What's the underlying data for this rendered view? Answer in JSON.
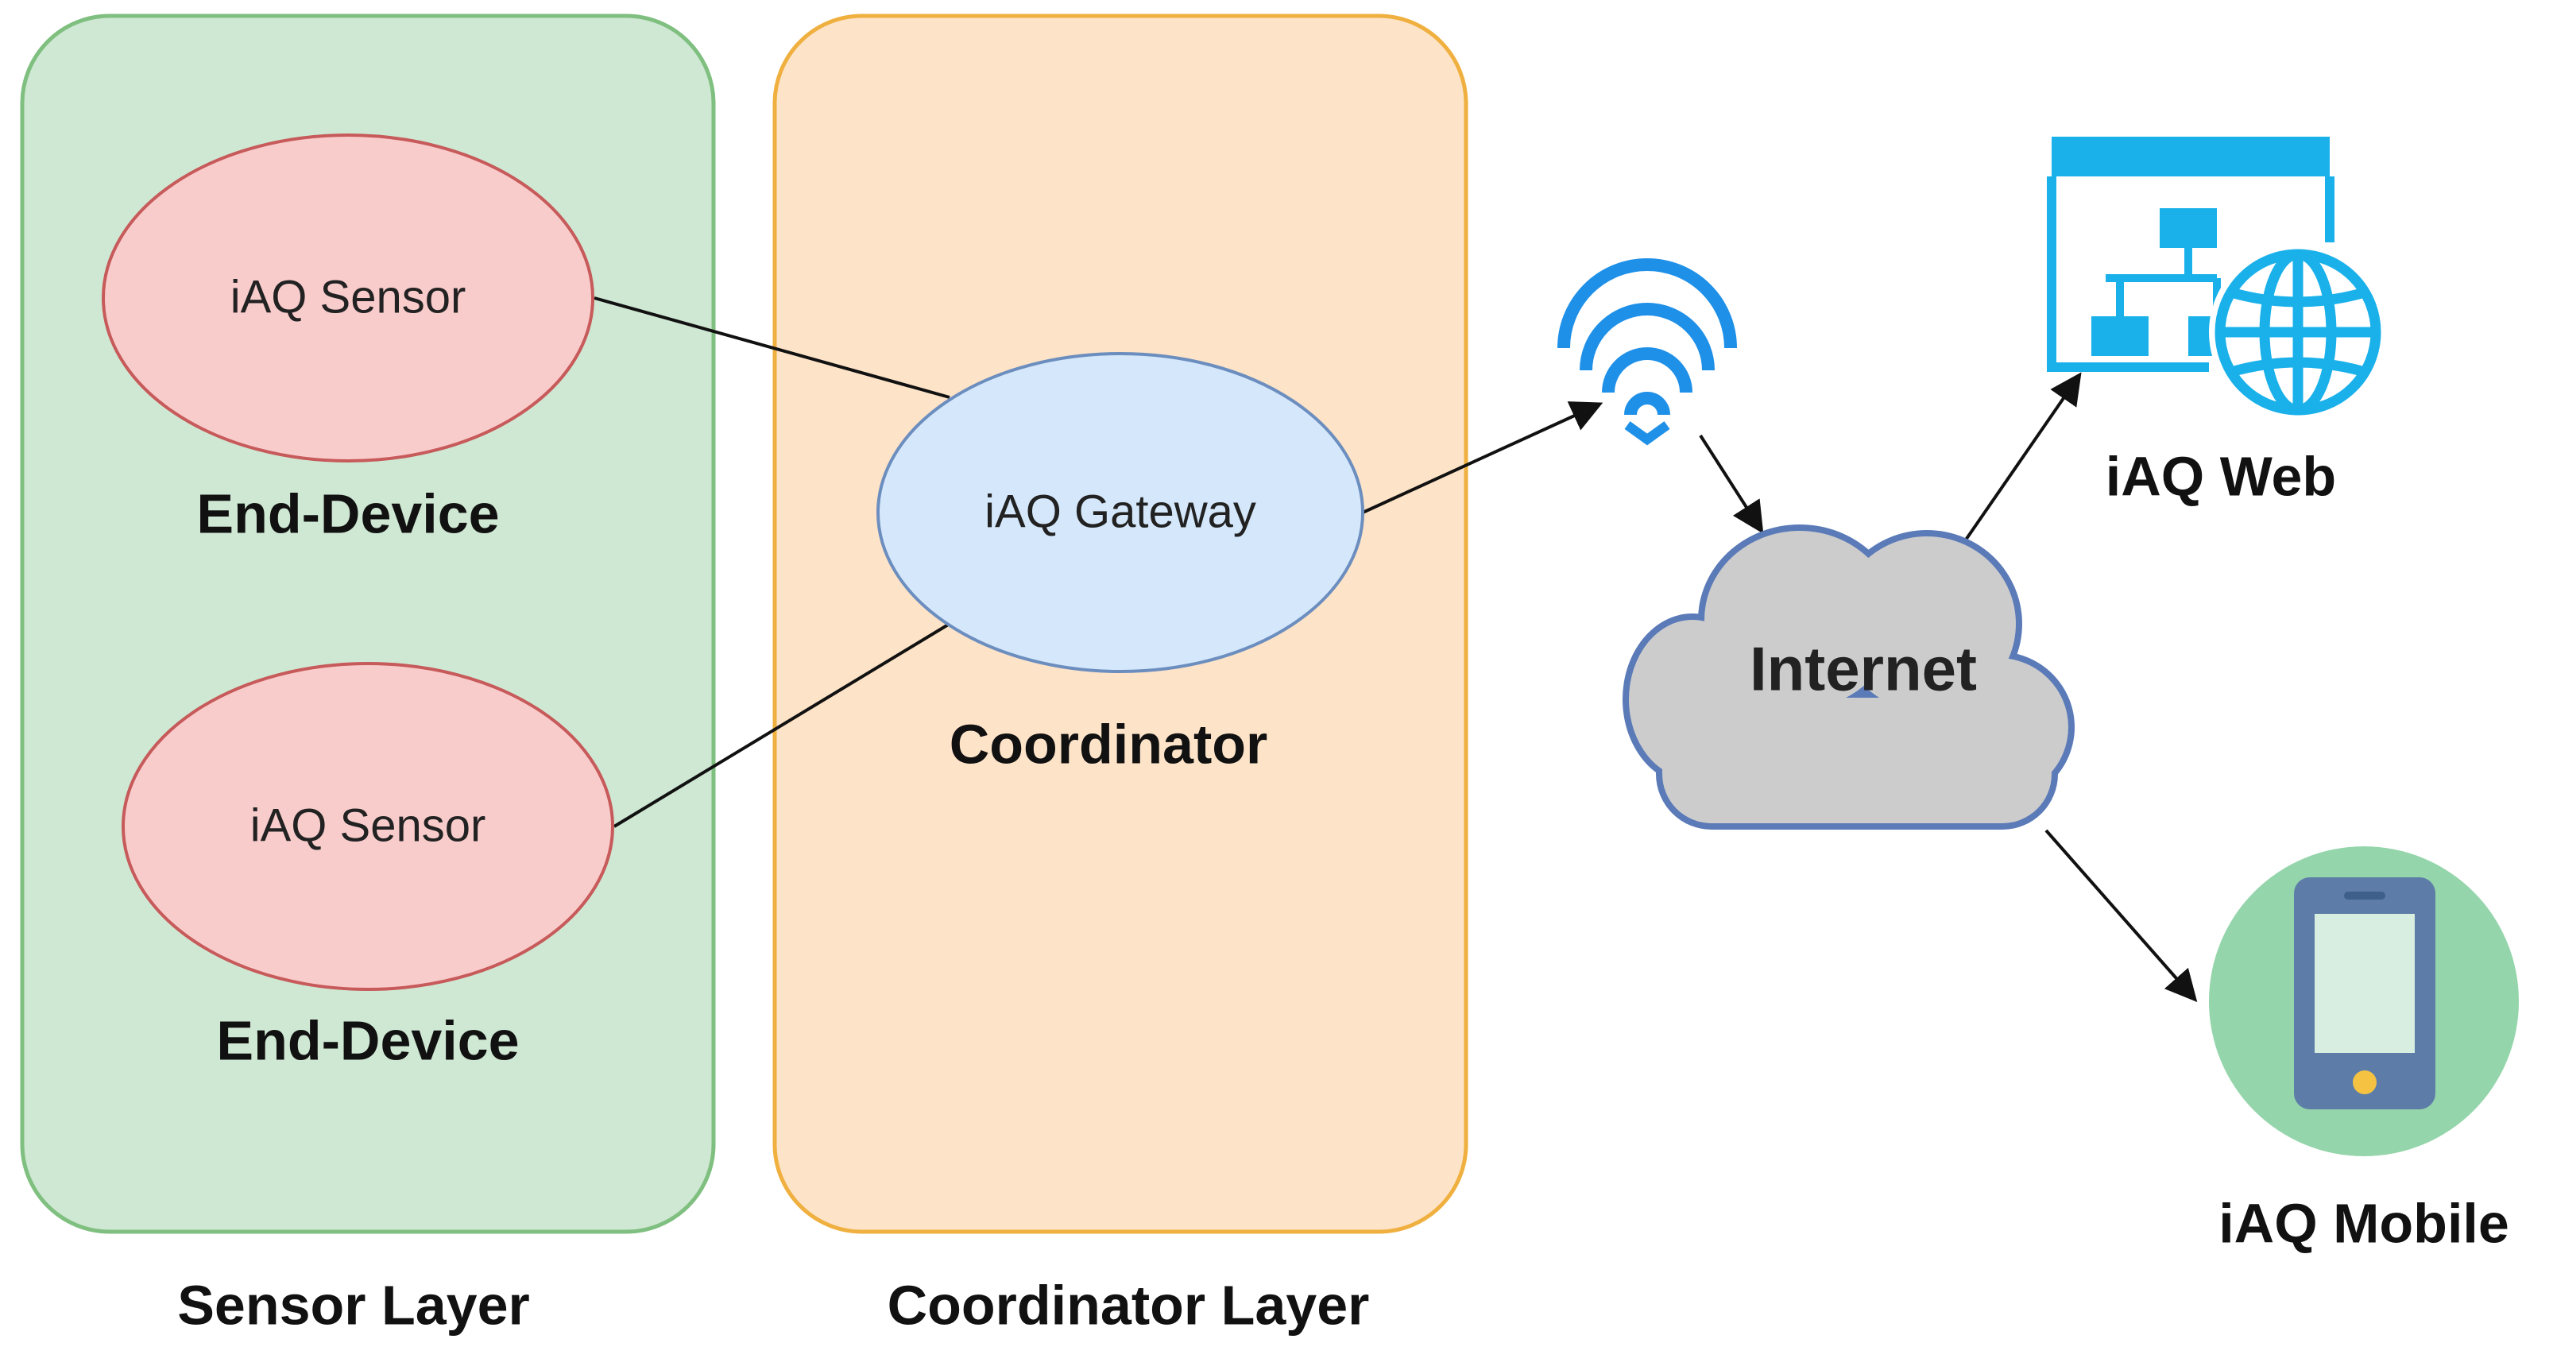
{
  "layers": {
    "sensor": {
      "caption": "Sensor Layer"
    },
    "coordinator": {
      "caption": "Coordinator Layer"
    }
  },
  "nodes": {
    "sensor_top": {
      "label": "iAQ Sensor",
      "role": "End-Device"
    },
    "sensor_bottom": {
      "label": "iAQ Sensor",
      "role": "End-Device"
    },
    "gateway": {
      "label": "iAQ Gateway",
      "role": "Coordinator"
    },
    "internet": {
      "label": "Internet"
    },
    "web": {
      "label": "iAQ Web"
    },
    "mobile": {
      "label": "iAQ Mobile"
    }
  },
  "icons": {
    "wifi": "wifi-icon",
    "web": "web-sitemap-globe-icon",
    "mobile": "mobile-phone-icon"
  },
  "colors": {
    "sensor_layer_fill": "#cfe8d3",
    "sensor_layer_stroke": "#7fbf7f",
    "coordinator_layer_fill": "#fde3c8",
    "coordinator_layer_stroke": "#f0b040",
    "sensor_fill": "#f9cccc",
    "sensor_stroke": "#c75a5a",
    "gateway_fill": "#d5e8fb",
    "gateway_stroke": "#6c8ebf",
    "cloud_fill": "#cccccc",
    "cloud_stroke": "#5b7ab8",
    "web_icon": "#1ab1ea",
    "wifi_icon": "#1e90e8",
    "mobile_circle": "#95d5ab",
    "mobile_phone": "#5d7da8",
    "mobile_screen": "#d7eee0"
  }
}
